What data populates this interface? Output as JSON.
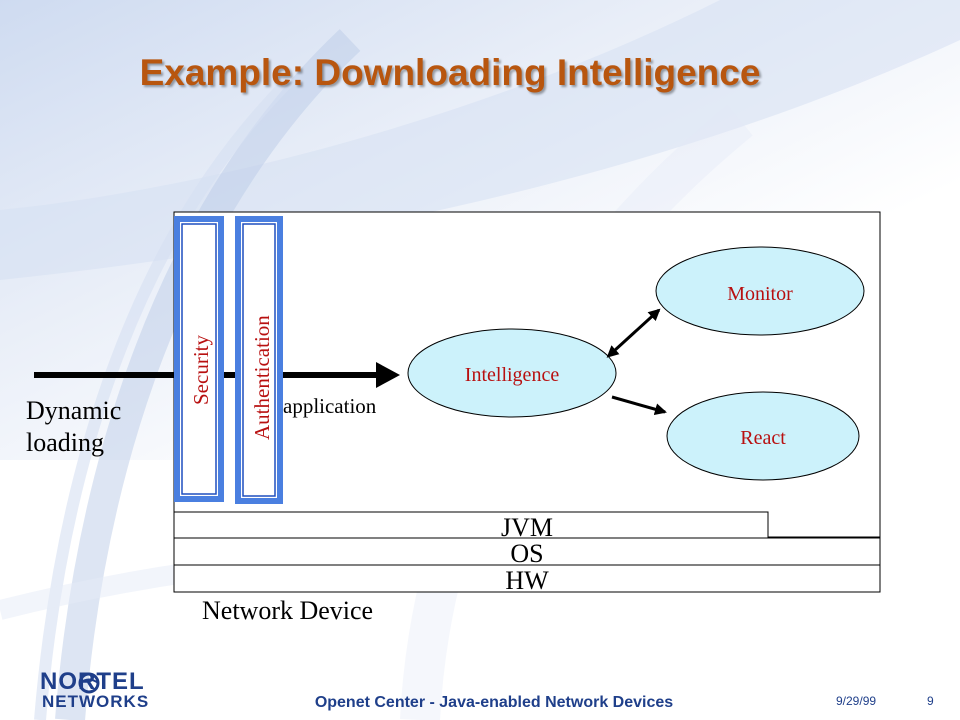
{
  "slide": {
    "title": "Example: Downloading Intelligence",
    "footer": {
      "text": "Openet Center - Java-enabled Network Devices",
      "date": "9/29/99",
      "page": "9"
    },
    "logo": {
      "line1": "NORTEL",
      "line2": "NETWORKS"
    }
  },
  "diagram": {
    "security_label": "Security",
    "authentication_label": "Authentication",
    "intelligence_label": "Intelligence",
    "monitor_label": "Monitor",
    "react_label": "React",
    "application_label": "application",
    "dynamic_loading_line1": "Dynamic",
    "dynamic_loading_line2": "loading",
    "jvm_label": "JVM",
    "os_label": "OS",
    "hw_label": "HW",
    "network_device_label": "Network Device"
  },
  "colors": {
    "title": "#b8560f",
    "ellipse_fill": "#ccf2fb",
    "security_text": "#b81010",
    "shield_border": "#4a7fe0",
    "footer": "#1f3f8a"
  }
}
